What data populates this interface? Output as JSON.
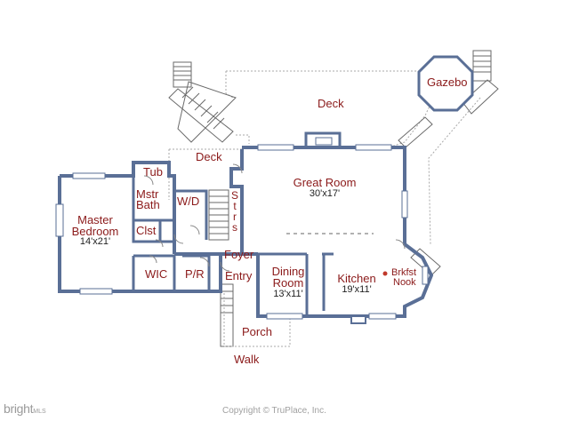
{
  "rooms": {
    "deck_upper": "Deck",
    "gazebo": "Gazebo",
    "deck_left": "Deck",
    "tub": "Tub",
    "great_room": "Great Room",
    "great_room_dim": "30'x17'",
    "mstr_bath_1": "Mstr",
    "mstr_bath_2": "Bath",
    "wd": "W/D",
    "stairs": [
      "S",
      "t",
      "r",
      "s"
    ],
    "master_1": "Master",
    "master_2": "Bedroom",
    "master_dim": "14'x21'",
    "clst": "Clst",
    "foyer": "Foyer",
    "wic": "WIC",
    "pr": "P/R",
    "entry": "Entry",
    "dining_1": "Dining",
    "dining_2": "Room",
    "dining_dim": "13'x11'",
    "kitchen": "Kitchen",
    "kitchen_dim": "19'x11'",
    "brkfst_1": "Brkfst",
    "brkfst_2": "Nook",
    "porch": "Porch",
    "walk": "Walk"
  },
  "watermark": {
    "main": "bright",
    "suffix": "MLS"
  },
  "copyright": "Copyright © TruPlace, Inc.",
  "colors": {
    "wall": "#5a6f96",
    "label": "#8b1a1a",
    "outline": "#a8a8a8"
  }
}
